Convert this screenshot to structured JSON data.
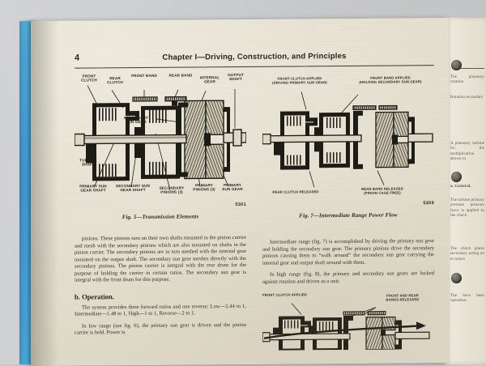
{
  "book": {
    "cover_color": "#3e97cc",
    "paper_color": "#e8e3d4",
    "ink_color": "#1c1b16"
  },
  "header": {
    "folio": "4",
    "running_head": "Chapter I—Driving, Construction, and Principles"
  },
  "figures": {
    "fig5": {
      "number_code": "5301",
      "caption": "Fig. 5—Transmission Elements",
      "labels": [
        {
          "id": "front-clutch",
          "text": "FRONT\nCLUTCH"
        },
        {
          "id": "rear-clutch",
          "text": "REAR\nCLUTCH"
        },
        {
          "id": "front-band",
          "text": "FRONT BAND"
        },
        {
          "id": "rear-band",
          "text": "REAR BAND"
        },
        {
          "id": "internal-gear",
          "text": "INTERNAL\nGEAR"
        },
        {
          "id": "output-shaft",
          "text": "OUTPUT\nSHAFT"
        },
        {
          "id": "secondary-sun-gear",
          "text": "SECONDARY\nSUN GEAR"
        },
        {
          "id": "turbine-shaft",
          "text": "TURBINE\nSHAFT"
        },
        {
          "id": "primary-sun-gear-shaft",
          "text": "PRIMARY SUN\nGEAR SHAFT"
        },
        {
          "id": "secondary-sun-gear-shaft",
          "text": "SECONDARY SUN\nGEAR SHAFT"
        },
        {
          "id": "secondary-pinions",
          "text": "SECONDARY\nPINIONS (3)"
        },
        {
          "id": "primary-pinions",
          "text": "PRIMARY\nPINIONS (3)"
        },
        {
          "id": "primary-sun-gear",
          "text": "PRIMARY\nSUN GEAR"
        }
      ]
    },
    "fig7": {
      "number_code": "5309",
      "caption": "Fig. 7—Intermediate Range Power Flow",
      "labels": [
        {
          "id": "front-clutch-applied",
          "text": "FRONT CLUTCH APPLIED\n(DRIVING PRIMARY SUN GEAR)"
        },
        {
          "id": "front-band-applied",
          "text": "FRONT BAND APPLIED\n(HOLDING SECONDARY SUN GEAR)"
        },
        {
          "id": "rear-clutch-released",
          "text": "REAR CLUTCH RELEASED"
        },
        {
          "id": "rear-band-released",
          "text": "REAR BAND RELEASED\n(PINION CAGE FREE)"
        }
      ]
    },
    "fig8": {
      "caption": "",
      "labels": [
        {
          "id": "front-clutch-applied",
          "text": "FRONT CLUTCH APPLIED"
        },
        {
          "id": "front-and-rear-bands-released",
          "text": "FRONT AND REAR\nBANDS RELEASED"
        }
      ]
    }
  },
  "left_column": {
    "para1": "pinions. These pinions turn on their own shafts mounted in the pinion carrier and mesh with the secondary pinions which are also mounted on shafts in the pinion carrier. The secondary pinions are in turn meshed with the internal gear mounted on the output shaft. The secondary sun gear meshes directly with the secondary pinions. The pinion carrier is integral with the rear drum for the purpose of holding the carrier in certain ratios. The secondary sun gear is integral with the front drum for this purpose.",
    "heading_b": "b.  Operation.",
    "para2": "The system provides three forward ratios and one reverse: Low—2.44 to 1, Intermediate—1.48 to 1, High—1 to 1, Reverse—2 to 1.",
    "para3": "In low range (see fig. 6), the primary sun gear is driven and the pinion carrier is held. Power is"
  },
  "right_column": {
    "para1": "Intermediate range (fig. 7) is accomplished by driving the primary sun gear and holding the secondary sun gear. The primary pinions drive the secondary pinions causing them to “walk around” the secondary sun gear carrying the internal gear and output shaft around with them.",
    "para2": "In high range (fig. 8), the primary and secondary sun gears are locked against rotation and driven as a unit."
  },
  "next_page": {
    "para1": "The planetary rotation",
    "para2": "Rotation secondary",
    "para3": "A planetary turbine for the multiplication shown in",
    "heading_a": "a.  General.",
    "para4": "The turbine primary pressure pressure force is applied to the clutch",
    "para5": "The clutch plates secondary acting on to return",
    "para6": "The have been operation"
  }
}
